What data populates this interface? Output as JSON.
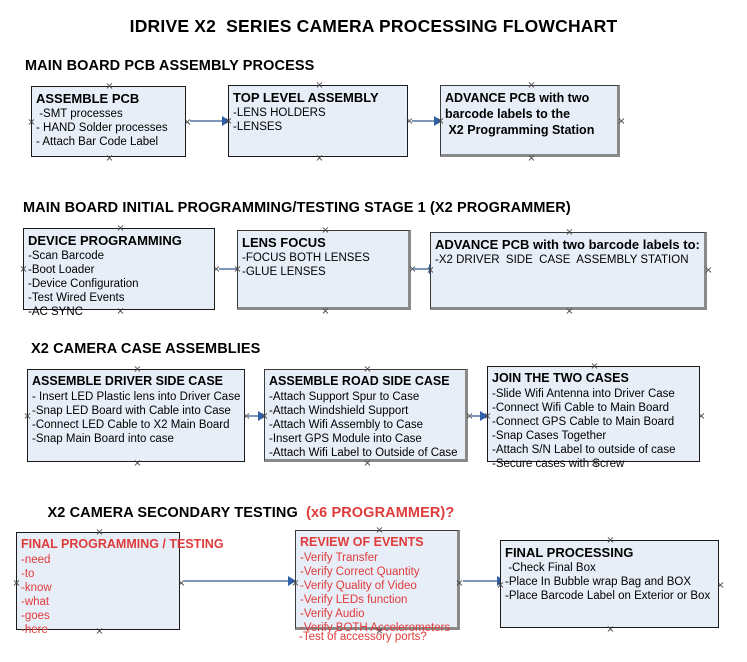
{
  "document": {
    "title": "IDRIVE X2  SERIES CAMERA PROCESSING FLOWCHART"
  },
  "sections": [
    {
      "id": "main-board-pcb-assembly",
      "heading": "MAIN BOARD PCB ASSEMBLY PROCESS",
      "heading_accent": ""
    },
    {
      "id": "main-board-initial-programming",
      "heading": "MAIN BOARD INITIAL PROGRAMMING/TESTING STAGE 1 (X2 PROGRAMMER)",
      "heading_accent": ""
    },
    {
      "id": "x2-camera-case-assemblies",
      "heading": "X2 CAMERA CASE ASSEMBLIES",
      "heading_accent": ""
    },
    {
      "id": "x2-camera-secondary-testing",
      "heading": "X2 CAMERA SECONDARY TESTING  ",
      "heading_accent": "(x6 PROGRAMMER)?"
    }
  ],
  "boxes": {
    "assemble_pcb": {
      "title": "ASSEMBLE PCB",
      "lines": [
        " -SMT processes",
        "- HAND Solder processes",
        "- Attach Bar Code Label"
      ]
    },
    "top_level_assembly": {
      "title": "TOP LEVEL ASSEMBLY",
      "lines": [
        "-LENS HOLDERS",
        "-LENSES"
      ]
    },
    "advance_pcb_station": {
      "title": "",
      "lines": [
        "ADVANCE PCB with two",
        "barcode labels to the",
        " X2 Programming Station"
      ]
    },
    "device_programming": {
      "title": "DEVICE PROGRAMMING",
      "lines": [
        "-Scan Barcode",
        "-Boot Loader",
        "-Device Configuration",
        "-Test Wired Events",
        "-AC SYNC"
      ]
    },
    "lens_focus": {
      "title": "LENS FOCUS",
      "lines": [
        "-FOCUS BOTH LENSES",
        "-GLUE LENSES"
      ]
    },
    "advance_pcb_driver_side": {
      "title": "ADVANCE PCB with two barcode labels to:",
      "lines": [
        "-X2 DRIVER  SIDE  CASE  ASSEMBLY STATION"
      ]
    },
    "assemble_driver_side_case": {
      "title": "ASSEMBLE DRIVER SIDE CASE",
      "lines": [
        "- Insert LED Plastic lens into Driver Case",
        "-Snap LED Board with Cable into Case",
        "-Connect LED Cable to X2 Main Board",
        "-Snap Main Board into case"
      ]
    },
    "assemble_road_side_case": {
      "title": "ASSEMBLE ROAD SIDE CASE",
      "lines": [
        "-Attach Support Spur to Case",
        "-Attach Windshield Support",
        "-Attach Wifi Assembly to Case",
        "-Insert GPS Module into Case",
        "-Attach Wifi Label to Outside of Case"
      ]
    },
    "join_the_two_cases": {
      "title": "JOIN THE TWO CASES",
      "lines": [
        "-Slide Wifi Antenna into Driver Case",
        "-Connect Wifi Cable to Main Board",
        "-Connect GPS Cable to Main Board",
        "-Snap Cases Together",
        "-Attach S/N Label to outside of case",
        "-Secure cases with Screw"
      ]
    },
    "final_programming_testing": {
      "title": "FINAL PROGRAMMING / TESTING",
      "lines": [
        "-need",
        "-to",
        "-know",
        "-what",
        "-goes",
        "-here"
      ]
    },
    "review_of_events": {
      "title": "REVIEW OF EVENTS",
      "lines": [
        "-Verify Transfer",
        "-Verify Correct Quantity",
        "-Verify Quality of Video",
        "-Verify LEDs function",
        "-Verify Audio",
        "-Verify BOTH Accelerometers"
      ],
      "overflow_line": "-Test of accessory ports?"
    },
    "final_processing": {
      "title": "FINAL PROCESSING",
      "lines": [
        " -Check Final Box",
        "-Place In Bubble wrap Bag and BOX",
        "-Place Barcode Label on Exterior or Box"
      ]
    }
  },
  "colors": {
    "box_fill": "#e8eef7",
    "box_border": "#1a1a1a",
    "box_border_shadow": "#8a8a8a",
    "connector_line": "#7b96b8",
    "connector_head": "#2f5fa8",
    "accent_red": "#e03b3b",
    "text": "#000000"
  }
}
